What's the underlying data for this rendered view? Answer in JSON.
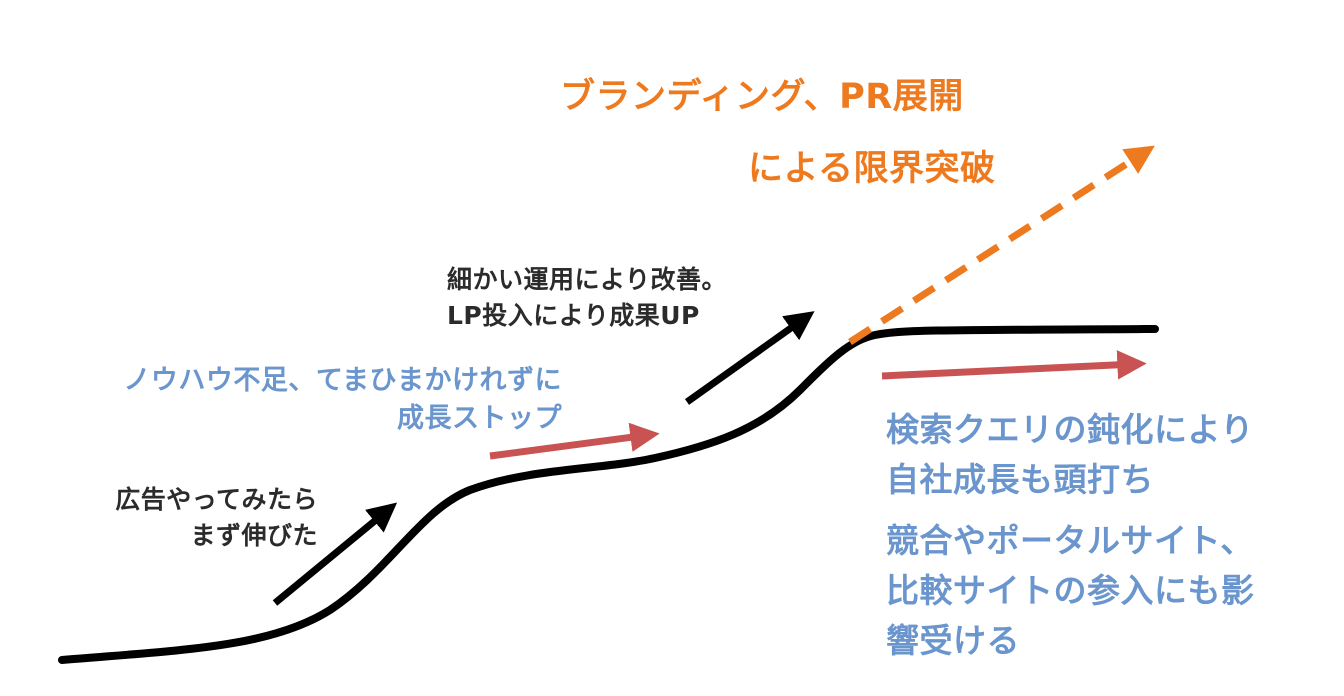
{
  "colors": {
    "curve": "#000000",
    "black_arrow": "#000000",
    "red_arrow": "#c95353",
    "orange_arrow": "#ee7a1f",
    "blue_text": "#6a95cd",
    "orange_text": "#ee7a1f",
    "dark_text": "#2b2b2b"
  },
  "labels": {
    "branding": {
      "line1": "ブランディング、PR展開",
      "line2": "による限界突破"
    },
    "improve": {
      "line1": "細かい運用により改善。",
      "line2": "LP投入により成果UP"
    },
    "knowhow": {
      "line1": "ノウハウ不足、てまひまかけれずに",
      "line2": "成長ストップ"
    },
    "ads": {
      "line1": "広告やってみたら",
      "line2": "まず伸びた"
    },
    "search": {
      "line1": "検索クエリの鈍化により",
      "line2": "自社成長も頭打ち"
    },
    "competition": {
      "line1": "競合やポータルサイト、",
      "line2": "比較サイトの参入にも影",
      "line3": "響受ける"
    }
  }
}
